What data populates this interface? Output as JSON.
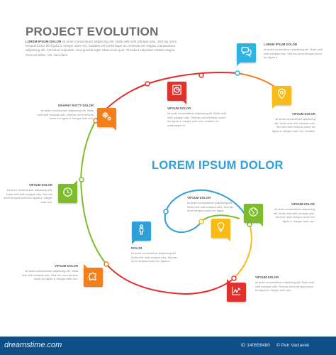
{
  "header": {
    "title": "PROJECT EVOLUTION",
    "intro_lead": "LOREM IPSUM DOLOR",
    "intro_text": "sit amet consectetuer adipiscing elit. Nulla velit velit volutpat odio. Sed tax orem tempus luctor leo ligula a. Integer ante orci, sodales vel scelerisque at, molestie vel magna. Consectetur adipiscing elit. Tincidunt vulputate. Sed gravida eget. Maecenas quis. Tincidunt vulputate massa magna rhoncus tellus. Vis. Sed diam."
  },
  "center_heading": "LOREM IPSUM DOLOR",
  "colors": {
    "red": "#e0322d",
    "orange": "#f37f1b",
    "yellow": "#f8bb16",
    "green": "#7dbc2d",
    "blue": "#2f9fd8",
    "cyan": "#2bb3e6",
    "footer": "#0d4f86"
  },
  "steps": [
    {
      "id": "chat",
      "icon": "chat-bubbles-icon",
      "color": "#2bb3e6",
      "label": "LOREM IPSUM DOLOR",
      "text": "sit amet consectetuer adipiscing elit. Nulla velit velit volutpat odio. Sed tax orem tempus luctor leo ligula a."
    },
    {
      "id": "chart",
      "icon": "pie-chart-icon",
      "color": "#e0322d",
      "label": "VIPSUM DOLOR",
      "text": "sit amet consectetuer adipiscing elit. Nulla velit velit volutpat odio. Sed tax orem tempus luctor leo ligula a. Integer ante orci, sodales vel scelerisque at."
    },
    {
      "id": "location",
      "icon": "location-pin-icon",
      "color": "#f8bb16",
      "label": "VIPSUM DOLOR",
      "text": "sit amet consectetuer adipiscing elit. Nulla velit velit volutpat odio. Sed tax orem tempus luctor leo ligula a. Integer ante orci, sodales."
    },
    {
      "id": "gears",
      "icon": "gears-icon",
      "color": "#f37f1b",
      "label": "GRAPHY RATTY DOLOR",
      "text": "sit amet consectetuer adipiscing elit. Nulla velit velit volutpat odio. Sed tax orem tempus luctor leo ligula a. Integer ante orci."
    },
    {
      "id": "clock",
      "icon": "clock-icon",
      "color": "#7dbc2d",
      "label": "VIPSUM DOLOR",
      "text": "sit amet consectetuer adipiscing elit. Nulla velit velit volutpat odio. Sed tax orem tempus luctor leo ligula a. Integer ante orci."
    },
    {
      "id": "person",
      "icon": "person-icon",
      "color": "#2f9fd8",
      "label": "DOLOR",
      "text": "sit amet consectetuer adipiscing elit. Nulla velit velit volutpat odio. Sed tax orem tempus luctor leo ligula a."
    },
    {
      "id": "bulb",
      "icon": "lightbulb-icon",
      "color": "#f8bb16",
      "label": "VIPSUM DOLOR",
      "text": "sit amet consectetuer adipiscing elit. Nulla velit velit volutpat odio. Sed tax orem tempus luctor leo ligula."
    },
    {
      "id": "globe",
      "icon": "globe-icon",
      "color": "#7dbc2d",
      "label": "VIPSUM DOLOR",
      "text": "sit amet consectetuer adipiscing elit. Nulla velit velit volutpat odio. Sed tax orem tempus luctor leo ligula a. Integer ante orci."
    },
    {
      "id": "puzzle",
      "icon": "puzzle-piece-icon",
      "color": "#f37f1b",
      "label": "VIPSUM DOLOR",
      "text": "sit amet consectetuer adipiscing elit. Nulla velit velit volutpat odio. Sed tax orem tempus luctor leo ligula a. Integer ante orci."
    },
    {
      "id": "graph",
      "icon": "line-graph-icon",
      "color": "#e0322d",
      "label": "VIPSUM DOLOR",
      "text": "sit amet consectetuer adipiscing elit. Nulla velit velit volutpat odio. Sed tax orem tempus luctor leo ligula a. Integer ante orci."
    }
  ],
  "footer": {
    "brand_left": "dreamstime",
    "brand_dot": ".",
    "brand_right": "com",
    "image_id": "ID 140658480",
    "copyright": "© Petr Vaclavek"
  }
}
